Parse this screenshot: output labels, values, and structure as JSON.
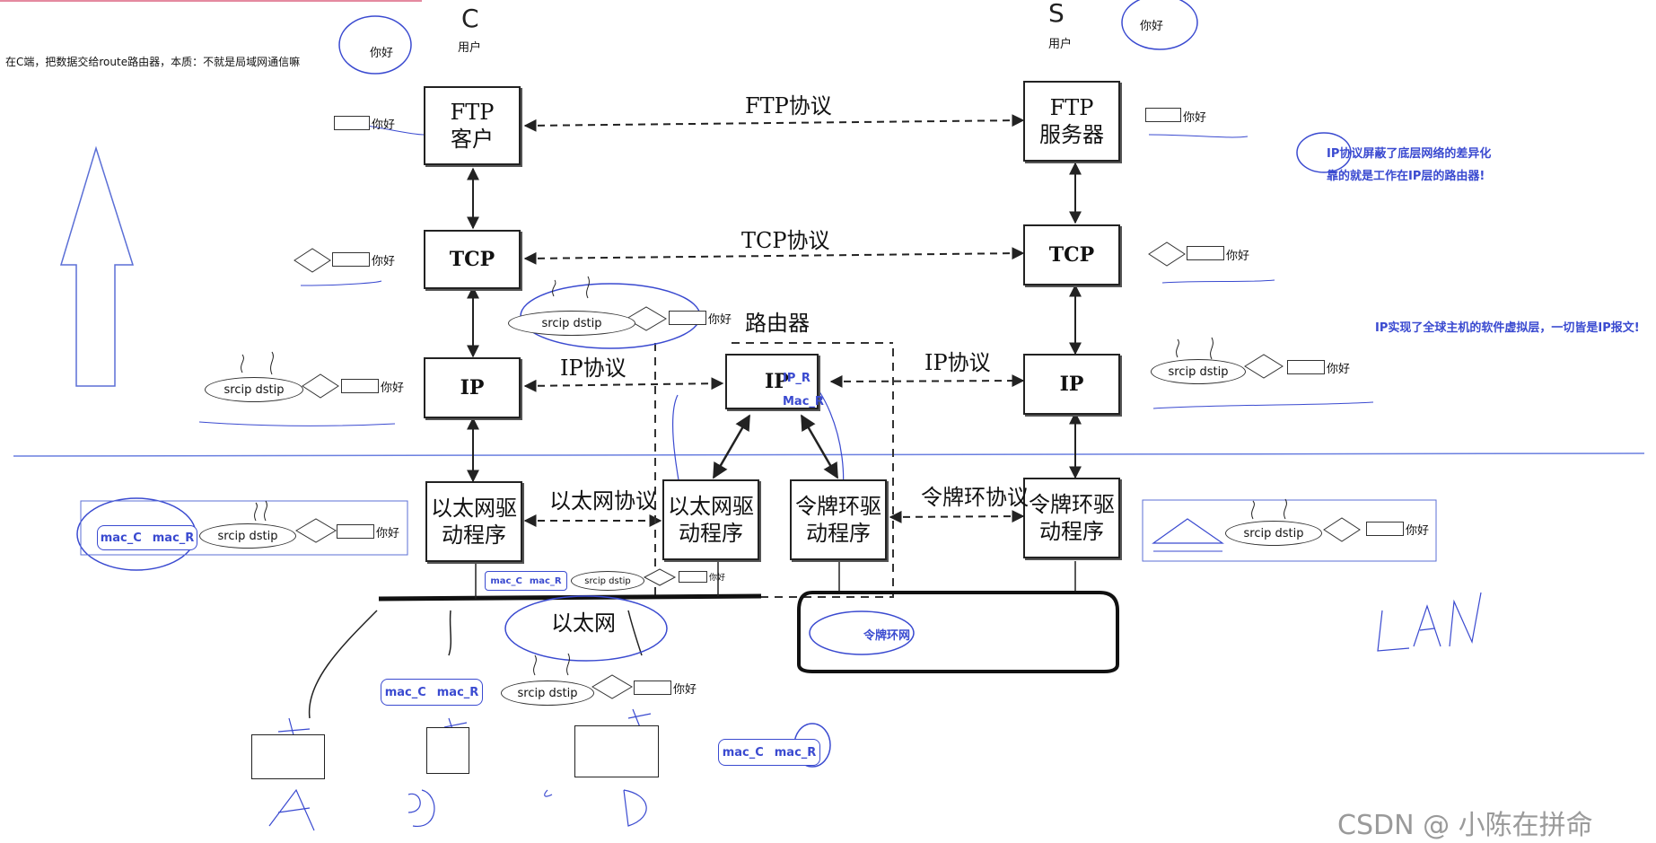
{
  "note_top_left": "在C端，把数据交给route路由器，本质：不就是局域网通信嘛",
  "users": {
    "client_letter": "C",
    "server_letter": "S",
    "label": "用户"
  },
  "nihao": "你好",
  "boxes": {
    "ftp_client_line1": "FTP",
    "ftp_client_line2": "客户",
    "ftp_server_line1": "FTP",
    "ftp_server_line2": "服务器",
    "tcp": "TCP",
    "ip": "IP",
    "eth_driver_line1": "以太网驱",
    "eth_driver_line2": "动程序",
    "token_driver_line1": "令牌环驱",
    "token_driver_line2": "动程序"
  },
  "protocols": {
    "ftp": "FTP协议",
    "tcp": "TCP协议",
    "ip": "IP协议",
    "ethernet": "以太网协议",
    "token_ring": "令牌环协议"
  },
  "router_label": "路由器",
  "router_ip_annotations": {
    "ip_r": "IP_R",
    "mac_r": "Mac_R"
  },
  "networks": {
    "ethernet": "以太网",
    "token_ring": "令牌环网"
  },
  "packet": {
    "srcip": "srcip",
    "dstip": "dstip",
    "mac_c": "mac_C",
    "mac_r": "mac_R"
  },
  "notes_right": {
    "line1": "IP协议屏蔽了底层网络的差异化",
    "line2": "靠的就是工作在IP层的路由器!",
    "line3": "IP实现了全球主机的软件虚拟层，一切皆是IP报文!"
  },
  "hosts": {
    "a": "A",
    "b": "B",
    "d": "D"
  },
  "lan_label": "LAN",
  "watermark": "CSDN @ 小陈在拼命",
  "colors": {
    "accent": "#3a4ad0",
    "line": "#222222"
  }
}
